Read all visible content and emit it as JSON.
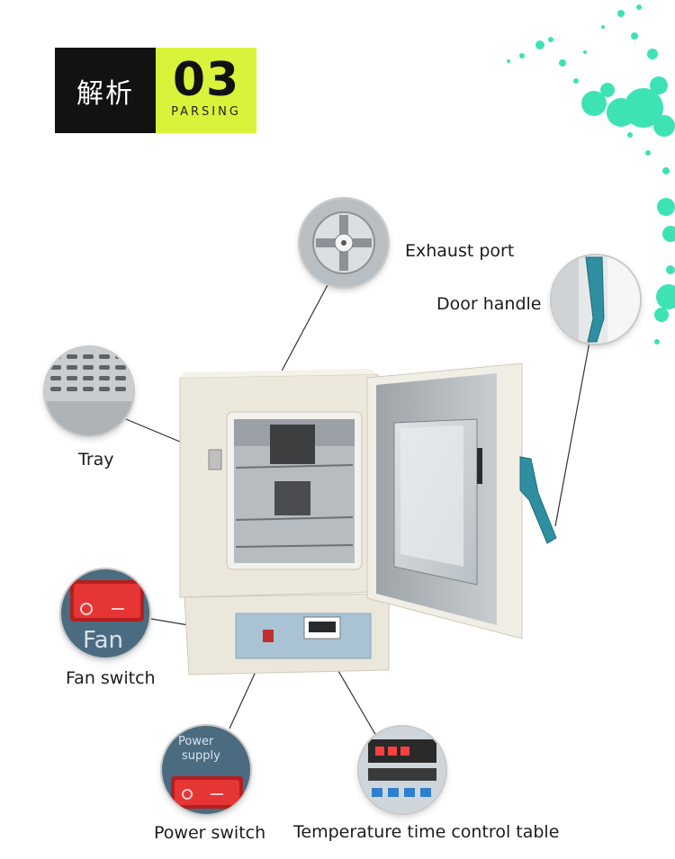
{
  "header": {
    "label_cn": "解析",
    "number": "03",
    "sub": "PARSING"
  },
  "callouts": {
    "exhaust": "Exhaust port",
    "handle": "Door handle",
    "tray": "Tray",
    "fan": "Fan switch",
    "power": "Power switch",
    "temp": "Temperature time control table"
  },
  "insets": {
    "fan_text": "Fan",
    "power_text_1": "Power",
    "power_text_2": "supply"
  },
  "colors": {
    "lime": "#d9f23a",
    "splash": "#3de3b5",
    "dark": "#121212",
    "teal_handle": "#2f8fa0"
  }
}
